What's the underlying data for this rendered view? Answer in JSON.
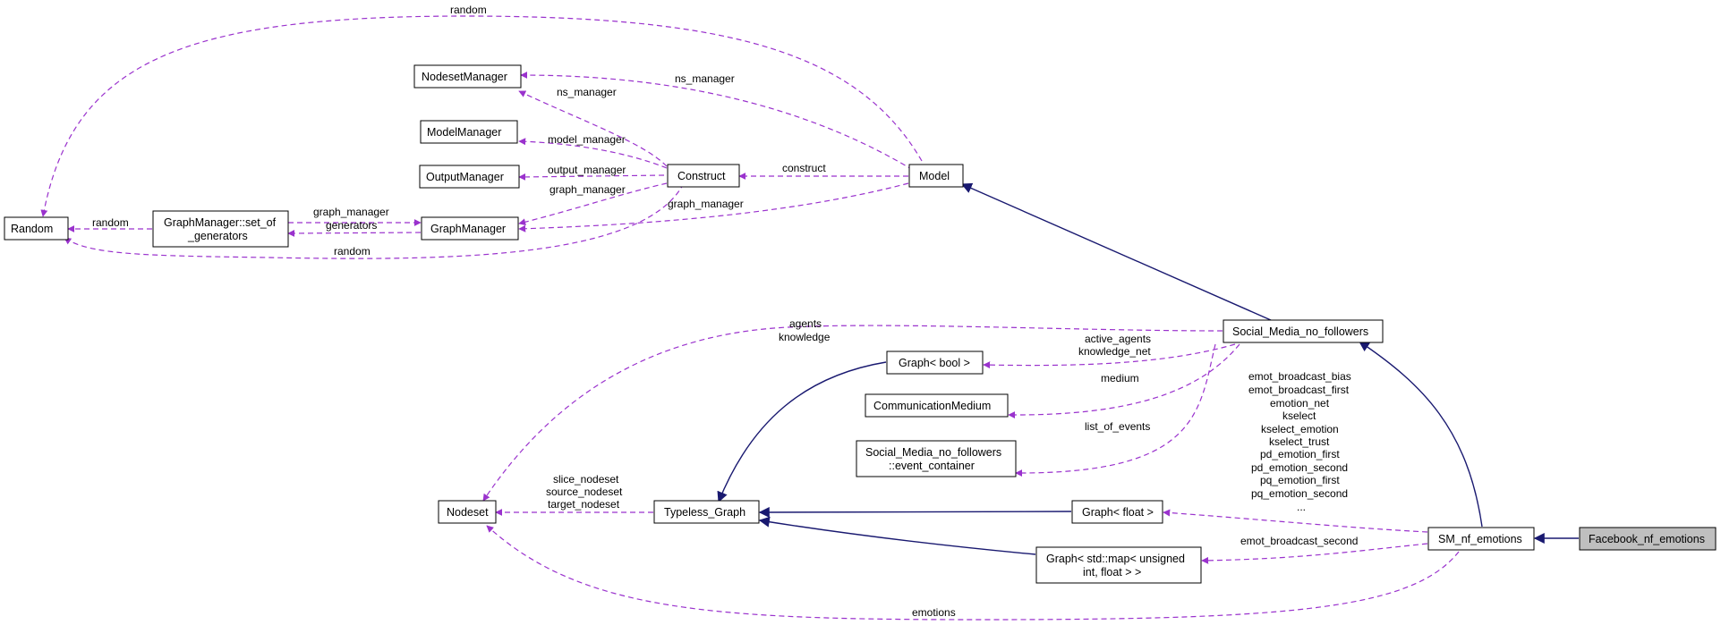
{
  "diagram": {
    "classes": {
      "random": "Random",
      "nodeset_manager": "NodesetManager",
      "model_manager": "ModelManager",
      "output_manager": "OutputManager",
      "construct": "Construct",
      "model": "Model",
      "graph_manager_set_line1": "GraphManager::set_of",
      "graph_manager_set_line2": "_generators",
      "graph_manager": "GraphManager",
      "social_media_no_followers": "Social_Media_no_followers",
      "graph_bool": "Graph< bool >",
      "communication_medium": "CommunicationMedium",
      "event_container_line1": "Social_Media_no_followers",
      "event_container_line2": "::event_container",
      "nodeset": "Nodeset",
      "typeless_graph": "Typeless_Graph",
      "graph_float": "Graph< float >",
      "graph_map_line1": "Graph< std::map< unsigned",
      "graph_map_line2": "int, float > >",
      "sm_nf_emotions": "SM_nf_emotions",
      "facebook_nf_emotions": "Facebook_nf_emotions"
    },
    "edge_labels": {
      "model_random": "random",
      "model_ns_manager": "ns_manager",
      "construct_ns_manager": "ns_manager",
      "construct_model_manager": "model_manager",
      "construct_output_manager": "output_manager",
      "construct_graph_manager": "graph_manager",
      "model_construct": "construct",
      "model_graph_manager": "graph_manager",
      "gm_random": "random",
      "gm_graph_manager": "graph_manager",
      "gm_generators": "generators",
      "construct_random": "random",
      "smnf_agents": "agents",
      "smnf_knowledge": "knowledge",
      "smnf_active_agents": "active_agents",
      "smnf_knowledge_net": "knowledge_net",
      "smnf_medium": "medium",
      "smnf_list_of_events": "list_of_events",
      "tg_slice_nodeset": "slice_nodeset",
      "tg_source_nodeset": "source_nodeset",
      "tg_target_nodeset": "target_nodeset",
      "sm_emot_broadcast_bias": "emot_broadcast_bias",
      "sm_emot_broadcast_first": "emot_broadcast_first",
      "sm_emotion_net": "emotion_net",
      "sm_kselect": "kselect",
      "sm_kselect_emotion": "kselect_emotion",
      "sm_kselect_trust": "kselect_trust",
      "sm_pd_emotion_first": "pd_emotion_first",
      "sm_pd_emotion_second": "pd_emotion_second",
      "sm_pq_emotion_first": "pq_emotion_first",
      "sm_pq_emotion_second": "pq_emotion_second",
      "sm_ellipsis": "...",
      "sm_emot_broadcast_second": "emot_broadcast_second",
      "sm_emotions": "emotions"
    },
    "colors": {
      "usage_edge": "#9a32cd",
      "inheritance_edge": "#191970",
      "node_border": "#000000",
      "current_node_fill": "#bfbfbf"
    }
  }
}
